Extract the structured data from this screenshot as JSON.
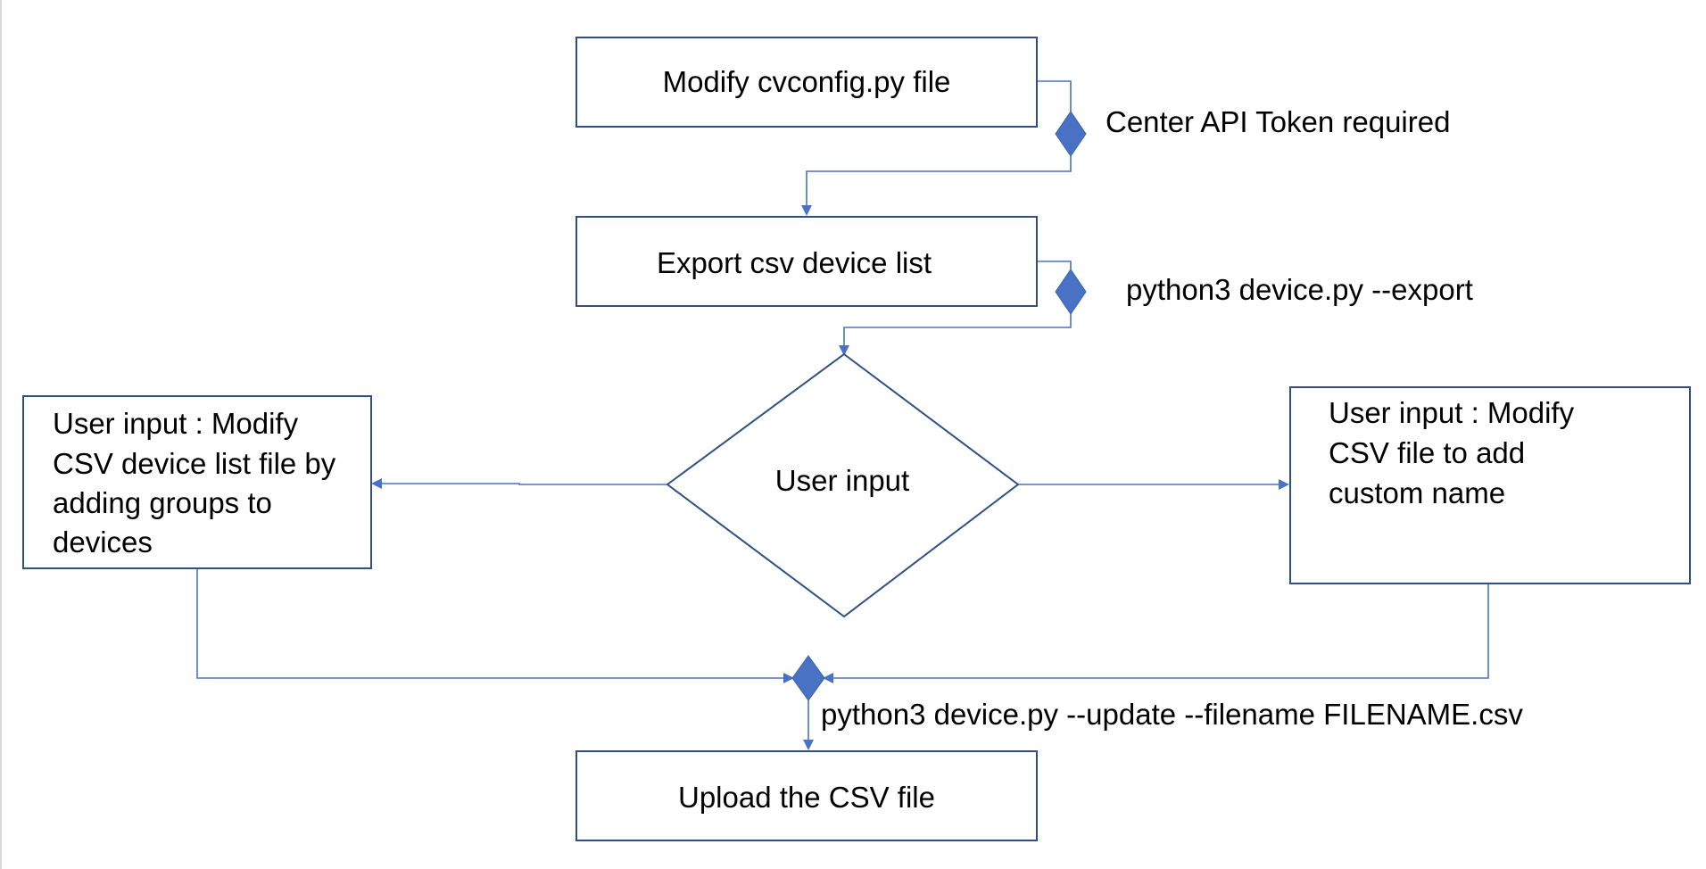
{
  "nodes": {
    "modify_config": {
      "label": "Modify cvconfig.py file"
    },
    "export_csv": {
      "label": "Export csv device list"
    },
    "user_input_decision": {
      "label": "User input"
    },
    "modify_groups": {
      "lines": [
        "User input : Modify",
        "CSV device list file by",
        "adding groups to",
        "devices"
      ]
    },
    "modify_custom_name": {
      "lines": [
        "User input : Modify",
        "CSV file to add",
        "custom name"
      ]
    },
    "upload_csv": {
      "label": "Upload the CSV file"
    }
  },
  "annotations": {
    "token_required": "Center API Token required",
    "export_command": "python3 device.py --export",
    "update_command": "python3 device.py --update --filename FILENAME.csv"
  },
  "colors": {
    "box_border": "#2f4f85",
    "connector": "#4a72c4",
    "marker": "#4a72c4"
  }
}
